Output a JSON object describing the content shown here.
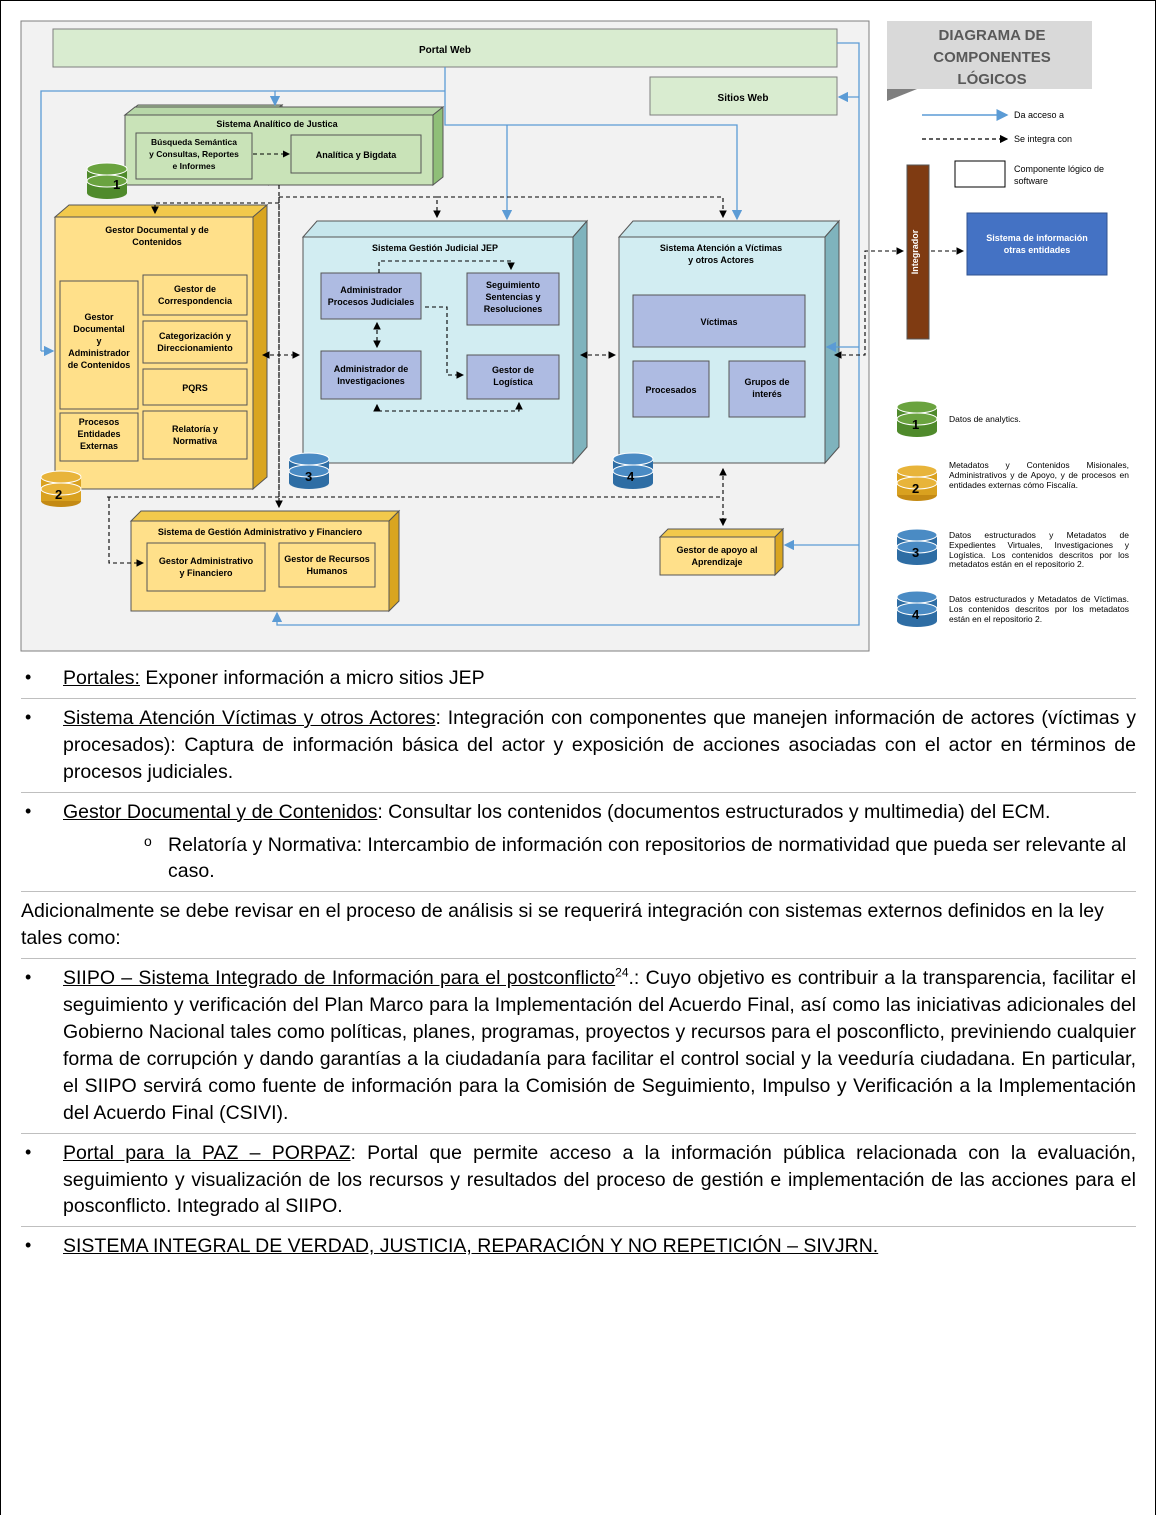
{
  "diagram": {
    "title_lines": [
      "DIAGRAMA DE",
      "COMPONENTES",
      "LÓGICOS"
    ],
    "portal_web": "Portal Web",
    "sitios_web": "Sitios Web",
    "analitico": {
      "title": "Sistema Analítico de Justica",
      "busqueda_lines": [
        "Búsqueda Semántica",
        "y Consultas, Reportes",
        "e Informes"
      ],
      "analitica": "Analítica y Bigdata"
    },
    "gestor_doc": {
      "title_lines": [
        "Gestor Documental y de",
        "Contenidos"
      ],
      "main_lines": [
        "Gestor",
        "Documental",
        "y",
        "Administrador",
        "de Contenidos"
      ],
      "correspondencia_lines": [
        "Gestor de",
        "Correspondencia"
      ],
      "categorizacion_lines": [
        "Categorización y",
        "Direccionamiento"
      ],
      "pqrs": "PQRS",
      "procesos_lines": [
        "Procesos",
        "Entidades",
        "Externas"
      ],
      "relatoria_lines": [
        "Relatoría y",
        "Normativa"
      ]
    },
    "judicial": {
      "title": "Sistema Gestión Judicial JEP",
      "admin_proc_lines": [
        "Administrador",
        "Procesos Judiciales"
      ],
      "seguimiento_lines": [
        "Seguimiento",
        "Sentencias y",
        "Resoluciones"
      ],
      "admin_inv_lines": [
        "Administrador de",
        "Investigaciones"
      ],
      "logistica_lines": [
        "Gestor de",
        "Logística"
      ]
    },
    "victimas": {
      "title_lines": [
        "Sistema Atención a  Víctimas",
        "y otros Actores"
      ],
      "victimas": "Víctimas",
      "procesados": "Procesados",
      "grupos_lines": [
        "Grupos de",
        "interés"
      ]
    },
    "integrador": "Integrador",
    "otras_entidades_lines": [
      "Sistema de información",
      "otras entidades"
    ],
    "admin_fin": {
      "title": "Sistema de Gestión Administrativo y Financiero",
      "gestor_adm_lines": [
        "Gestor Administrativo",
        "y Financiero"
      ],
      "recursos_lines": [
        "Gestor de Recursos",
        "Humanos"
      ]
    },
    "aprendizaje_lines": [
      "Gestor de apoyo al",
      "Aprendizaje"
    ],
    "db_labels": [
      "1",
      "2",
      "3",
      "4"
    ],
    "colors": {
      "green": "#4f8a2b",
      "gold": "#d9a11f",
      "blue": "#2e6da4",
      "access_arrow": "#5b9bd5",
      "integrador": "#7f3b12",
      "otras": "#4472c4"
    },
    "legend": {
      "access": "Da acceso a",
      "integrates": "Se integra con",
      "component": "Componente lógico de software",
      "db1": "Datos de analytics.",
      "db2": "Metadatos y Contenidos Misionales, Administrativos y de Apoyo, y de procesos en entidades externas cómo Fiscalía.",
      "db3": "Datos estructurados y Metadatos de Expedientes Virtuales, Investigaciones y Logística. Los contenidos descritos por los metadatos están en el repositorio 2.",
      "db4": "Datos estructurados y Metadatos de Víctimas. Los contenidos descritos por los metadatos están en el repositorio 2."
    }
  },
  "text": {
    "b1_label": "Portales:",
    "b1_text": " Exponer información a micro sitios JEP",
    "b2_label": "Sistema Atención Víctimas y otros Actores",
    "b2_text": ": Integración con componentes que manejen información de actores (víctimas y procesados): Captura de información básica del actor y exposición de acciones asociadas con el actor en términos de procesos judiciales.",
    "b3_label": "Gestor Documental y de Contenidos",
    "b3_text": ": Consultar los contenidos (documentos estructurados y multimedia) del ECM.",
    "sub_mark": "o",
    "sub_text": "Relatoría y Normativa: Intercambio de información con repositorios de normatividad que pueda ser relevante al caso.",
    "para": "Adicionalmente se debe revisar en el proceso de análisis si se requerirá integración con sistemas externos definidos en la ley tales como:",
    "b4_label": "SIIPO – Sistema Integrado de Información para el postconflicto",
    "b4_sup": "24",
    "b4_text": ".: Cuyo objetivo es contribuir a la transparencia, facilitar el seguimiento y verificación del Plan Marco para la Implementación del Acuerdo Final, así como las iniciativas adicionales del Gobierno Nacional tales como políticas, planes, programas, proyectos y recursos para el posconflicto, previniendo cualquier forma de corrupción y dando garantías a la ciudadanía para facilitar el control social y la veeduría ciudadana. En particular, el SIIPO servirá como fuente de información para la Comisión de Seguimiento, Impulso y Verificación a la Implementación del Acuerdo Final (CSIVI).",
    "b5_label": "Portal para la PAZ – PORPAZ",
    "b5_text": ": Portal que permite acceso a la información pública relacionada con la evaluación, seguimiento y visualización de los recursos y resultados del proceso de gestión e implementación de las acciones para el posconflicto. Integrado al SIIPO.",
    "b6_label": "SISTEMA INTEGRAL DE VERDAD, JUSTICIA, REPARACIÓN Y NO REPETICIÓN – SIVJRN."
  }
}
